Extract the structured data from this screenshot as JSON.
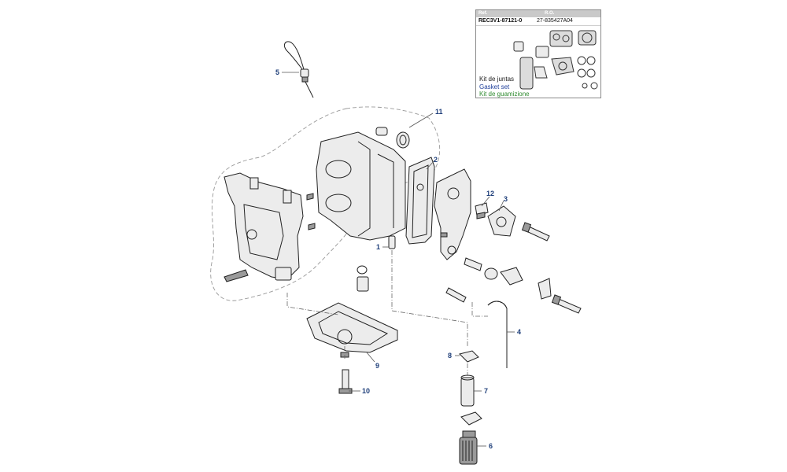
{
  "callouts": [
    {
      "num": "1"
    },
    {
      "num": "2"
    },
    {
      "num": "3"
    },
    {
      "num": "4"
    },
    {
      "num": "5"
    },
    {
      "num": "6"
    },
    {
      "num": "7"
    },
    {
      "num": "8"
    },
    {
      "num": "9"
    },
    {
      "num": "10"
    },
    {
      "num": "11"
    },
    {
      "num": "12"
    }
  ],
  "kit": {
    "header_ref": "Ref.",
    "header_ro": "R.O.",
    "ref_code": "REC3V1-87121-0",
    "ro_code": "27-835427A04",
    "label_es": "Kit de juntas",
    "label_en": "Gasket set",
    "label_it": "Kit de guamizione",
    "colors": {
      "es": "#1a1a1a",
      "en": "#1f3f9a",
      "it": "#2f8a2f",
      "header": "#c9c9c9"
    }
  },
  "colors": {
    "callout": "#1f3f7a",
    "line": "#222222",
    "dashed": "#999999"
  }
}
